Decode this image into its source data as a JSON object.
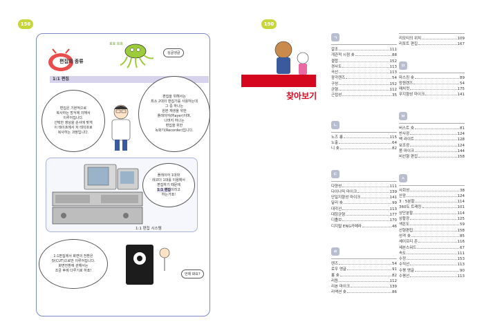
{
  "left_page": {
    "page_number": "156",
    "section_title": "편집의 종류",
    "subheading": "1:1 편집",
    "creature_speech": "싱글생글",
    "creature_label": "호호 흐흐",
    "bubble_definition": [
      "편집은 기본적으로",
      "복사하는 방식에 의해서",
      "이루어집니다.",
      "선택한 영상을 순서에 맞게",
      "이 테이프에서 저 테이프로",
      "복사하는 과정입니다."
    ],
    "bubble_teacher": [
      "편집을 위해서는",
      "최소 2대의 편집기를 사용하는데",
      "그 중 하나는",
      "원본 재생을 위한",
      "플레이어(Player)이며,",
      "나머지 하나는",
      "편집을 위한",
      "녹화기(Recorder)입니다."
    ],
    "bubble_system": [
      "플레이어 1대와",
      "레코더 1대를 이용해서",
      "편집하기 때문에",
      "1:1 편집",
      "이라고",
      "하는거죠!"
    ],
    "system_label": "1:1 편집 시스템",
    "bubble_cut": [
      "1:1편집에서 화면의 전환은",
      "컷(CUT)으로만 이루어집니다.",
      "화면전환에 관해서는",
      "조금 후에 다루기로 하죠!"
    ],
    "speech_when": "언제 봐요?"
  },
  "right_page": {
    "page_number": "190",
    "title": "찾아보기",
    "columns": [
      {
        "groups": [
          {
            "head": "ㄱ",
            "entries": [
              {
                "term": "갈조",
                "page": "111"
              },
              {
                "term": "개관적 시점 숏",
                "page": "88"
              },
              {
                "term": "결합",
                "page": "152"
              },
              {
                "term": "경사도",
                "page": "113"
              },
              {
                "term": "곡선",
                "page": "113"
              },
              {
                "term": "광각렌즈",
                "page": "54"
              },
              {
                "term": "구성",
                "page": "152"
              },
              {
                "term": "균형",
                "page": "112"
              },
              {
                "term": "근접성",
                "page": "35"
              }
            ]
          },
          {
            "head": "ㄴ",
            "entries": [
              {
                "term": "노즈 룸",
                "page": "115"
              },
              {
                "term": "노출",
                "page": "64"
              },
              {
                "term": "니 숏",
                "page": "82"
              }
            ]
          },
          {
            "head": "ㄷ",
            "entries": [
              {
                "term": "다양성",
                "page": "111"
              },
              {
                "term": "다이나믹 마이크",
                "page": "139"
              },
              {
                "term": "단일지향성 마이크",
                "page": "141"
              },
              {
                "term": "달리 숏",
                "page": "99"
              },
              {
                "term": "대각선",
                "page": "113"
              },
              {
                "term": "대칭균형",
                "page": "177"
              },
              {
                "term": "디졸브",
                "page": "170"
              },
              {
                "term": "디지털 ENG카메라",
                "page": "46"
              }
            ]
          },
          {
            "head": "ㄹ",
            "entries": [
              {
                "term": "렌즈",
                "page": "54"
              },
              {
                "term": "로우 앵글",
                "page": "91"
              },
              {
                "term": "롱 숏",
                "page": "82"
              },
              {
                "term": "리듬",
                "page": "112"
              },
              {
                "term": "리본 마이크",
                "page": "139"
              },
              {
                "term": "리액션 숏",
                "page": "86"
              }
            ]
          }
        ]
      },
      {
        "groups": [
          {
            "head": "",
            "entries": [
              {
                "term": "리모티의 위치",
                "page": "109"
              },
              {
                "term": "리포트 편집",
                "page": "167"
              }
            ]
          },
          {
            "head": "ㅁ",
            "entries": [
              {
                "term": "마스킹 숏",
                "page": "89"
              },
              {
                "term": "망원렌즈",
                "page": "54"
              },
              {
                "term": "매치컷",
                "page": "175"
              },
              {
                "term": "무지향성 마이크",
                "page": "141"
              }
            ]
          },
          {
            "head": "ㅂ",
            "entries": [
              {
                "term": "버스트 숏",
                "page": "81"
              },
              {
                "term": "반사광",
                "page": "124"
              },
              {
                "term": "백 라이트",
                "page": "128"
              },
              {
                "term": "보조광",
                "page": "124"
              },
              {
                "term": "붐 마이크",
                "page": "144"
              },
              {
                "term": "비선형 편집",
                "page": "158"
              }
            ]
          },
          {
            "head": "ㅅ",
            "entries": [
              {
                "term": "사회성",
                "page": "38"
              },
              {
                "term": "산광",
                "page": "124"
              },
              {
                "term": "3 : 5분할",
                "page": "114"
              },
              {
                "term": "360도 트래킹",
                "page": "101"
              },
              {
                "term": "상단분할",
                "page": "114"
              },
              {
                "term": "상황광",
                "page": "125"
              },
              {
                "term": "색온도",
                "page": "59"
              },
              {
                "term": "선형편집",
                "page": "158"
              },
              {
                "term": "성격 숏",
                "page": "85"
              },
              {
                "term": "셰이프티 존",
                "page": "116"
              },
              {
                "term": "세븐스워드",
                "page": "67"
              },
              {
                "term": "속도",
                "page": "111"
              },
              {
                "term": "수정",
                "page": "153"
              },
              {
                "term": "수직선",
                "page": "113"
              },
              {
                "term": "수평 앵글",
                "page": "90"
              },
              {
                "term": "수평선",
                "page": "113"
              }
            ]
          }
        ]
      }
    ]
  },
  "colors": {
    "accent_red": "#d4071f",
    "page_badge": "#c7d63a",
    "frame_blue": "#7d88c9"
  }
}
